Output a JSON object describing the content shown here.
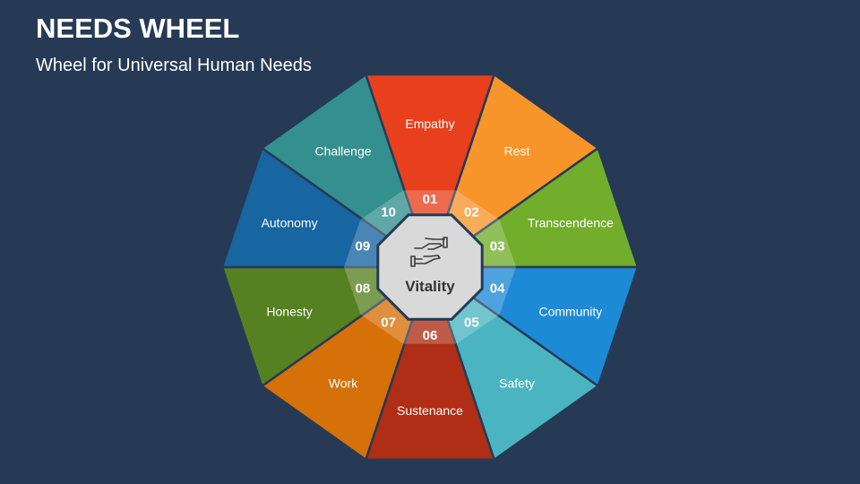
{
  "header": {
    "title": "NEEDS WHEEL",
    "subtitle": "Wheel for Universal Human Needs"
  },
  "center": {
    "label": "Vitality",
    "icon": "hands-icon"
  },
  "segments": [
    {
      "number": "01",
      "label": "Empathy",
      "color": "#e8401c"
    },
    {
      "number": "02",
      "label": "Rest",
      "color": "#f7952b"
    },
    {
      "number": "03",
      "label": "Transcendence",
      "color": "#72ad2c"
    },
    {
      "number": "04",
      "label": "Community",
      "color": "#1d8ad6"
    },
    {
      "number": "05",
      "label": "Safety",
      "color": "#4ab5c1"
    },
    {
      "number": "06",
      "label": "Sustenance",
      "color": "#b02d16"
    },
    {
      "number": "07",
      "label": "Work",
      "color": "#d67008"
    },
    {
      "number": "08",
      "label": "Honesty",
      "color": "#568120"
    },
    {
      "number": "09",
      "label": "Autonomy",
      "color": "#1765a1"
    },
    {
      "number": "10",
      "label": "Challenge",
      "color": "#33908f"
    }
  ]
}
